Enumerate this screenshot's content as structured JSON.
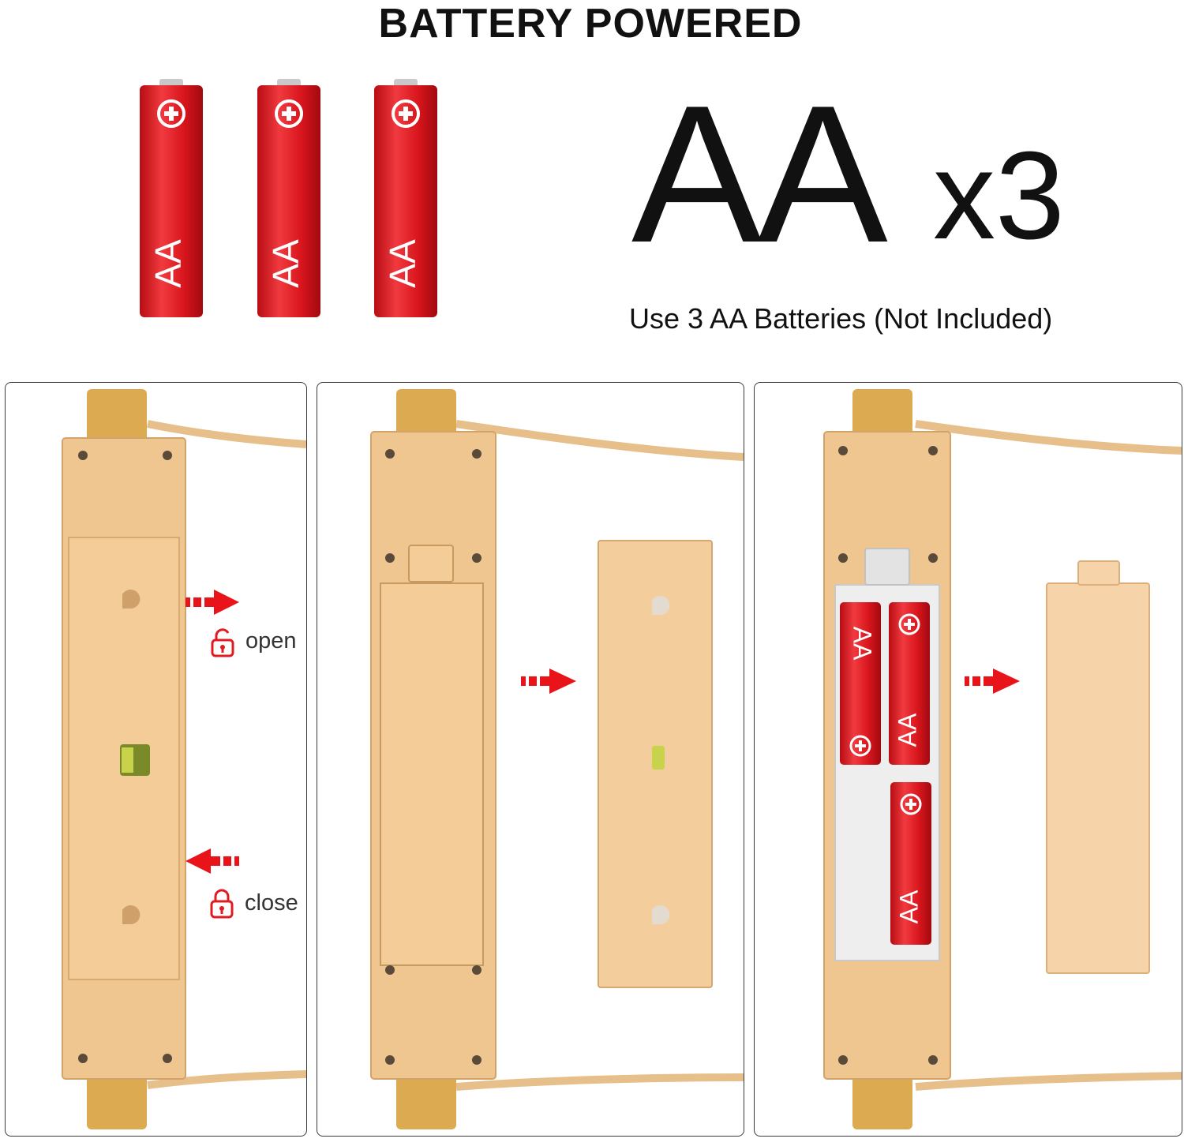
{
  "header": {
    "title": "BATTERY POWERED",
    "battery_type": "AA",
    "quantity": "x3",
    "subtitle": "Use 3 AA Batteries (Not Included)"
  },
  "battery_label": "AA",
  "steps": {
    "open_label": "open",
    "close_label": "close"
  },
  "colors": {
    "battery_red": "#e0161e",
    "case_tan": "#f2c894",
    "gold": "#dca94e",
    "arrow_red": "#e8141a"
  },
  "icons": [
    "plus-icon",
    "lock-open-icon",
    "lock-closed-icon",
    "arrow-right-icon",
    "arrow-left-icon"
  ]
}
